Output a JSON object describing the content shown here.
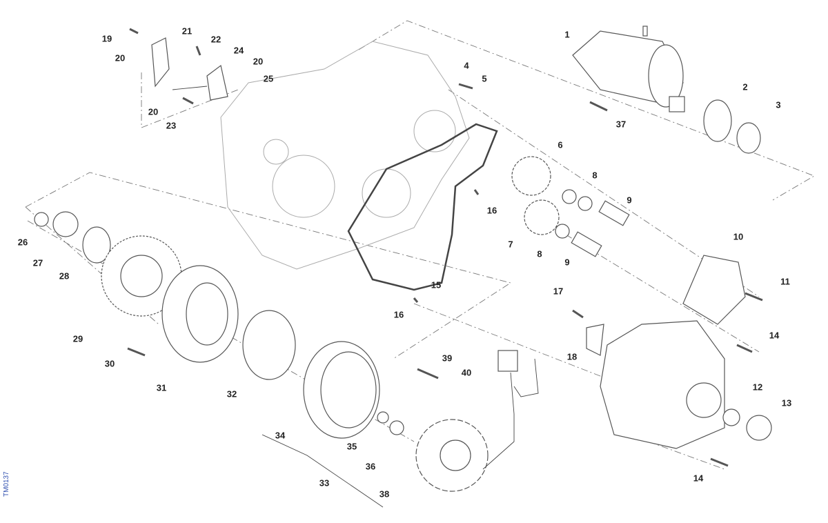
{
  "diagram_code": "TM0137",
  "callouts": [
    "1",
    "2",
    "3",
    "4",
    "5",
    "6",
    "7",
    "8",
    "8",
    "9",
    "9",
    "10",
    "11",
    "12",
    "13",
    "14",
    "14",
    "15",
    "16",
    "16",
    "17",
    "18",
    "19",
    "20",
    "20",
    "20",
    "21",
    "22",
    "23",
    "24",
    "25",
    "26",
    "27",
    "28",
    "29",
    "30",
    "31",
    "32",
    "33",
    "34",
    "35",
    "36",
    "37",
    "38",
    "39",
    "40"
  ],
  "colors": {
    "line": "#555555",
    "code": "#3050b0"
  }
}
